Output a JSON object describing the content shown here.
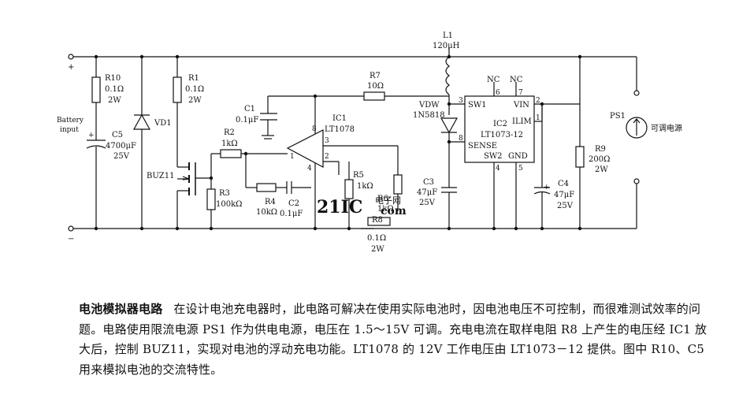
{
  "labels": {
    "plus": "+",
    "minus": "−",
    "battery_line1": "Battery",
    "battery_line2": "input",
    "r10_name": "R10",
    "r10_val": "0.1Ω",
    "r10_pwr": "2W",
    "r1_name": "R1",
    "r1_val": "0.1Ω",
    "r1_pwr": "2W",
    "vd1": "VD1",
    "c5_name": "C5",
    "c5_val": "4700μF",
    "c5_volt": "25V",
    "c5_pol": "+",
    "buz11": "BUZ11",
    "r2_name": "R2",
    "r2_val": "1kΩ",
    "r3_name": "R3",
    "r3_val": "100kΩ",
    "r4_name": "R4",
    "r4_val": "10kΩ",
    "c2_name": "C2",
    "c2_val": "0.1μF",
    "c1_name": "C1",
    "c1_val": "0.1μF",
    "ic1_name": "IC1",
    "ic1_part": "LT1078",
    "pin8": "8",
    "pin3": "3",
    "pin2": "2",
    "pin4": "4",
    "pin1": "1",
    "r7_name": "R7",
    "r7_val": "10Ω",
    "l1_name": "L1",
    "l1_val": "120μH",
    "vdw_name": "VDW",
    "vdw_part": "1N5818",
    "r5_name": "R5",
    "r5_val": "1kΩ",
    "r6_name": "R6",
    "r6_val": "1kΩ",
    "r8_name": "R8",
    "r8_val": "0.1Ω",
    "r8_pwr": "2W",
    "c3_name": "C3",
    "c3_val": "47μF",
    "c3_volt": "25V",
    "nc1": "NC",
    "nc2": "NC",
    "ic2_pin6": "6",
    "ic2_pin7": "7",
    "ic2_pin3": "3",
    "ic2_pin2": "2",
    "ic2_pin1": "1",
    "ic2_pin8": "8",
    "ic2_pin4": "4",
    "ic2_pin5": "5",
    "sw1": "SW1",
    "vin": "VIN",
    "ic2_name": "IC2",
    "ilim": "ILIM",
    "ic2_part": "LT1073-12",
    "sense": "SENSE",
    "sw2": "SW2",
    "gnd": "GND",
    "c4_pol": "+",
    "c4_name": "C4",
    "c4_val": "47μF",
    "c4_volt": "25V",
    "r9_name": "R9",
    "r9_val": "200Ω",
    "r9_pwr": "2W",
    "ps1_name": "PS1",
    "ps1_desc": "可调电源"
  },
  "watermark": {
    "main": "21IC",
    "suffix": "com",
    "cn": "电子网"
  },
  "colors": {
    "ink": "#111111",
    "watermark": "#e6b3b3"
  },
  "caption": {
    "title": "电池模拟器电路",
    "text": "在设计电池充电器时，此电路可解决在使用实际电池时，因电池电压不可控制，而很难测试效率的问题。电路使用限流电源 PS1 作为供电电源，电压在 1.5～15V 可调。充电电流在取样电阻 R8 上产生的电压经 IC1 放大后，控制 BUZ11，实现对电池的浮动充电功能。LT1078 的 12V 工作电压由 LT1073－12 提供。图中 R10、C5 用来模拟电池的交流特性。"
  }
}
